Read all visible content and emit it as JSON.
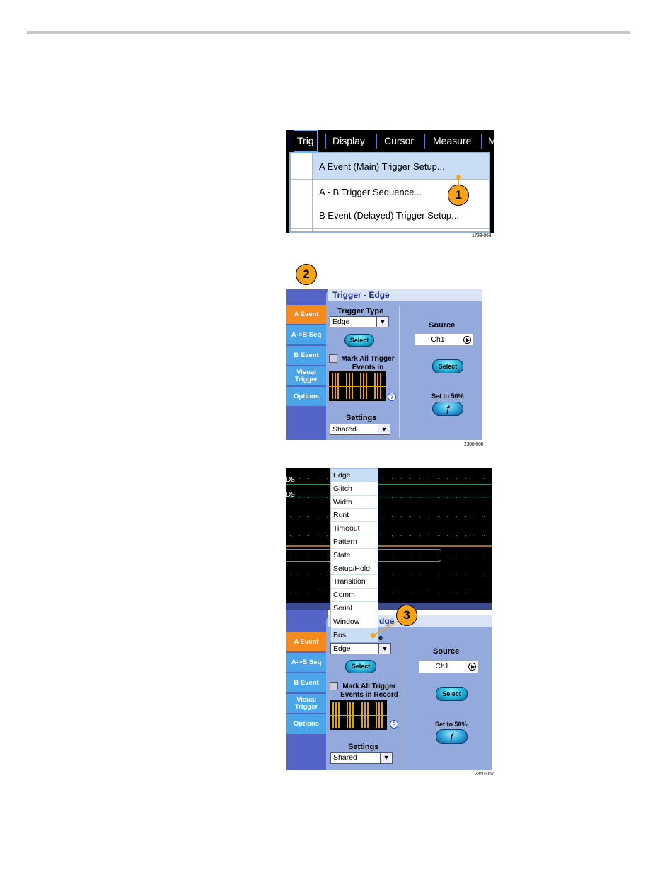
{
  "figure1": {
    "menubar": [
      "Trig",
      "Display",
      "Cursor",
      "Measure",
      "M"
    ],
    "menu_items": [
      "A Event (Main) Trigger Setup...",
      "A - B Trigger Sequence...",
      "B Event (Delayed) Trigger Setup..."
    ],
    "callout": "1",
    "figure_id": "1733-068"
  },
  "figure2": {
    "callout": "2",
    "tabs": [
      "A Event",
      "A->B Seq",
      "B Event",
      "Visual Trigger",
      "Options"
    ],
    "title": "Trigger - Edge",
    "trigger_type_label": "Trigger Type",
    "trigger_type_value": "Edge",
    "select_label": "Select",
    "mark_all_label": "Mark All Trigger Events in Record",
    "help": "?",
    "settings_label": "Settings",
    "settings_value": "Shared",
    "source_label": "Source",
    "source_value": "Ch1",
    "source_select_label": "Select",
    "set50_label": "Set to 50%",
    "figure_id": "2360-066"
  },
  "figure3": {
    "callout": "3",
    "channel_labels": [
      "D8",
      "D9"
    ],
    "dropdown_items": [
      "Edge",
      "Glitch",
      "Width",
      "Runt",
      "Timeout",
      "Pattern",
      "State",
      "Setup/Hold",
      "Transition",
      "Comm",
      "Serial",
      "Window",
      "Bus"
    ],
    "title_fragment": "dge",
    "type_fragment": "e",
    "tabs": [
      "A Event",
      "A->B Seq",
      "B Event",
      "Visual Trigger",
      "Options"
    ],
    "trigger_type_value": "Edge",
    "select_label": "Select",
    "mark_all_label": "Mark All Trigger Events in Record",
    "help": "?",
    "settings_label": "Settings",
    "settings_value": "Shared",
    "source_label": "Source",
    "source_value": "Ch1",
    "source_select_label": "Select",
    "set50_label": "Set to 50%",
    "figure_id": "2360-067"
  },
  "colors": {
    "active_tab": "#f58a1e",
    "tab": "#4aa6e8",
    "panel": "#94a9dc",
    "callout": "#f7a21b"
  }
}
